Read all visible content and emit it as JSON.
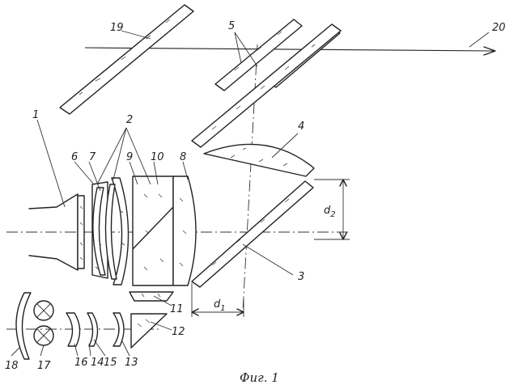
{
  "labels": {
    "n1": "1",
    "n2": "2",
    "n3": "3",
    "n4": "4",
    "n5": "5",
    "n6": "6",
    "n7": "7",
    "n8": "8",
    "n9": "9",
    "n10": "10",
    "n11": "11",
    "n12": "12",
    "n13": "13",
    "n14": "14",
    "n15": "15",
    "n16": "16",
    "n17": "17",
    "n18": "18",
    "n19": "19",
    "n20": "20",
    "d1": "d",
    "d1_sub": "1",
    "d2": "d",
    "d2_sub": "2"
  },
  "caption": "Фиг. 1"
}
